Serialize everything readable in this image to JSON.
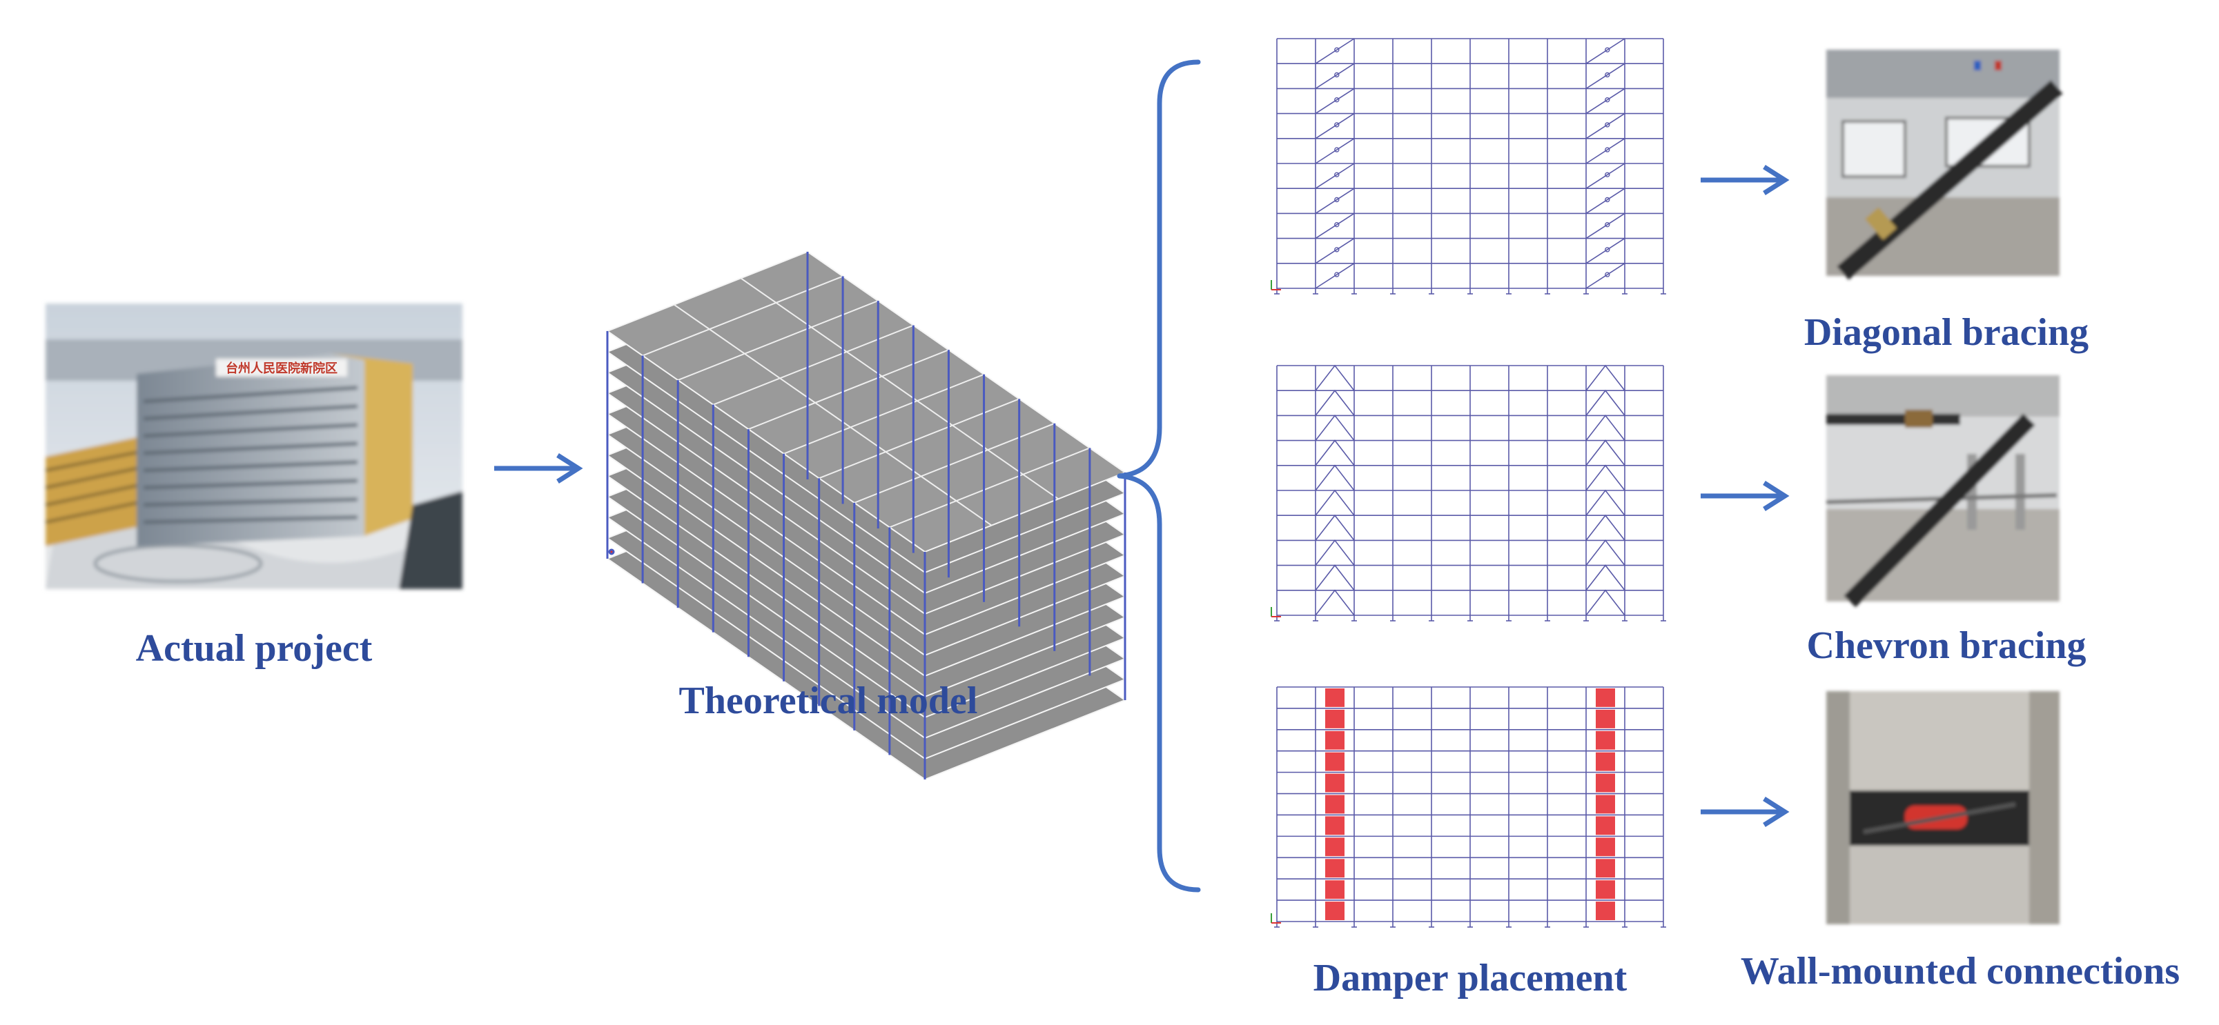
{
  "labels": {
    "actual_project": "Actual project",
    "theoretical_model": "Theoretical model",
    "damper_placement": "Damper placement",
    "diagonal_bracing": "Diagonal bracing",
    "chevron_bracing": "Chevron bracing",
    "wall_mounted": "Wall-mounted connections"
  },
  "photo_sign_text": "台州人民医院新院区",
  "colors": {
    "label": "#2e4b9b",
    "arrow": "#4472c4",
    "grid": "#5a5aa8",
    "damper": "#e8444a",
    "slab": "#8f8f8f"
  },
  "icons": [
    "arrow-right-icon",
    "left-brace-icon",
    "axis-triad-icon"
  ]
}
